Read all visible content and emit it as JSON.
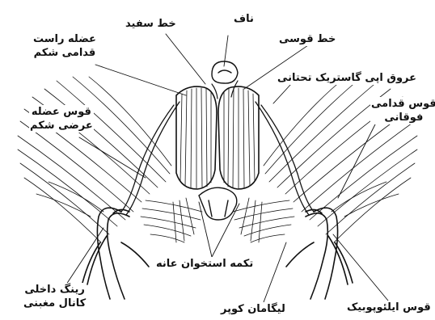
{
  "labels": {
    "navel": "ناف",
    "linea_alba": "خط سفید",
    "arcuate_line": "خط قوسی",
    "rectus_line1": "عضله راست",
    "rectus_line2": "قدامی شکم",
    "epigastric": "عروق اپی گاستریک تحتانی",
    "transversus_line1": "قوس عضله",
    "transversus_line2": "عرضی شکم",
    "anterior_arch_line1": "قوس قدامی",
    "anterior_arch_line2": "فوقانی",
    "pubic_tubercle": "تکمه استخوان عانه",
    "deep_ring_line1": "رینگ داخلی",
    "deep_ring_line2": "کانال مغبنی",
    "cooper_ligament": "لیگامان کوپر",
    "iliopubic_arch": "قوس ایلئوپوبیک"
  },
  "colors": {
    "ink": "#111111",
    "background": "#ffffff"
  }
}
